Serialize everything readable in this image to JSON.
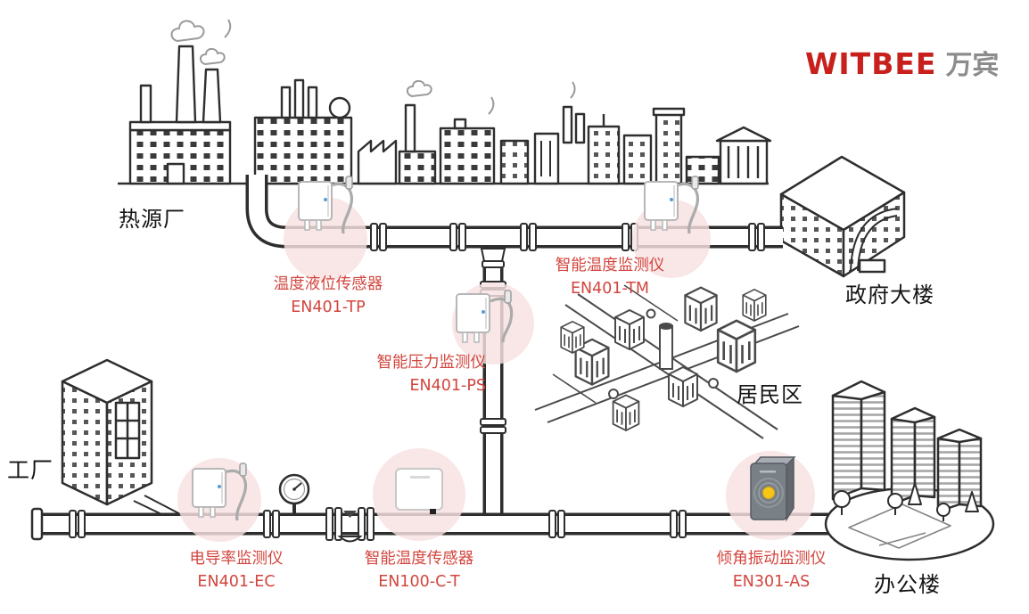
{
  "logo": {
    "brand": "WITBEE",
    "brand_cn": "万宾"
  },
  "locations": {
    "heat_plant": "热源厂",
    "government": "政府大楼",
    "residential": "居民区",
    "factory": "工厂",
    "office": "办公楼"
  },
  "sensors": [
    {
      "name": "温度液位传感器",
      "model": "EN401-TP"
    },
    {
      "name": "智能温度监测仪",
      "model": "EN401-TM"
    },
    {
      "name": "智能压力监测仪",
      "model": "EN401-PS"
    },
    {
      "name": "电导率监测仪",
      "model": "EN401-EC"
    },
    {
      "name": "智能温度传感器",
      "model": "EN100-C-T"
    },
    {
      "name": "倾角振动监测仪",
      "model": "EN301-AS"
    }
  ],
  "colors": {
    "brand_red": "#c8201d",
    "brand_gray": "#8c8c8c",
    "sensor_label_red": "#d2453e",
    "sensor_halo_pink": "#f8e0e0",
    "line_art": "#2e2e2e",
    "vibration_sensor_body": "#798086",
    "vibration_sensor_dot": "#f5c518"
  }
}
